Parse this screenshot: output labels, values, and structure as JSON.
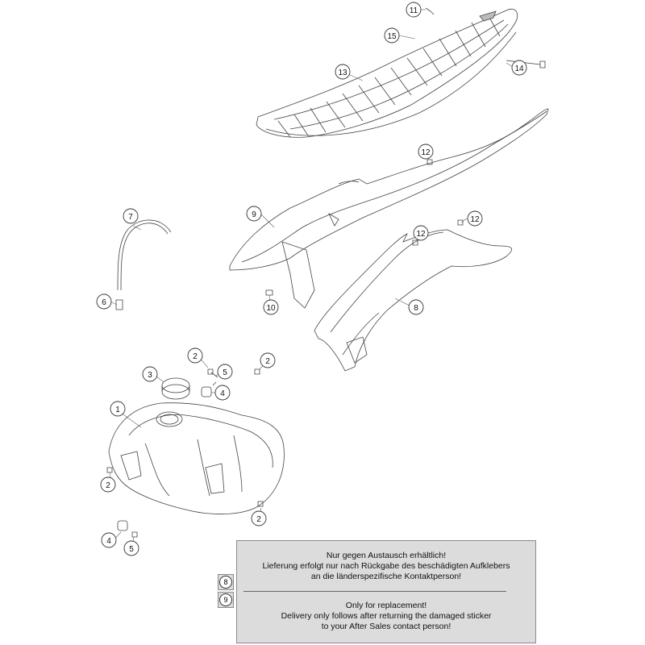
{
  "callouts": {
    "c1": "1",
    "c2": "2",
    "c3": "3",
    "c4": "4",
    "c5": "5",
    "c6": "6",
    "c7": "7",
    "c8": "8",
    "c9": "9",
    "c10": "10",
    "c11": "11",
    "c12": "12",
    "c13": "13",
    "c14": "14",
    "c15": "15"
  },
  "notice": {
    "de_line1": "Nur gegen Austausch erhältlich!",
    "de_line2": "Lieferung erfolgt nur nach Rückgabe des beschädigten Aufklebers",
    "de_line3": "an die länderspezifische Kontaktperson!",
    "en_line1": "Only for replacement!",
    "en_line2": "Delivery only follows after returning the damaged sticker",
    "en_line3": "to your After Sales contact person!",
    "ref_a": "8",
    "ref_b": "9"
  }
}
